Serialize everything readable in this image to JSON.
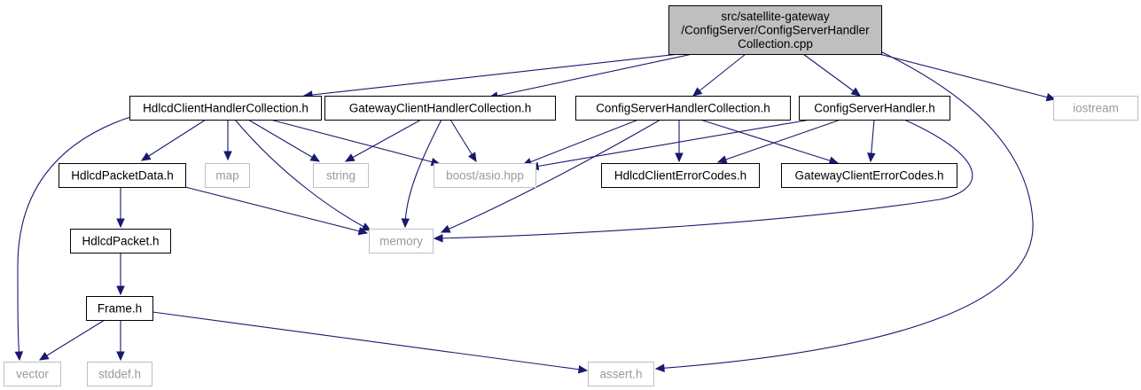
{
  "diagram": {
    "root": {
      "id": "root",
      "lines": [
        "src/satellite-gateway",
        "/ConfigServer/ConfigServerHandler",
        "Collection.cpp"
      ]
    },
    "nodes": [
      {
        "id": "hdlcd_chc",
        "label": "HdlcdClientHandlerCollection.h",
        "kind": "project"
      },
      {
        "id": "gw_chc",
        "label": "GatewayClientHandlerCollection.h",
        "kind": "project"
      },
      {
        "id": "cs_hc",
        "label": "ConfigServerHandlerCollection.h",
        "kind": "project"
      },
      {
        "id": "cs_h",
        "label": "ConfigServerHandler.h",
        "kind": "project"
      },
      {
        "id": "iostream",
        "label": "iostream",
        "kind": "system"
      },
      {
        "id": "hdlcd_pd",
        "label": "HdlcdPacketData.h",
        "kind": "project"
      },
      {
        "id": "map",
        "label": "map",
        "kind": "system"
      },
      {
        "id": "string",
        "label": "string",
        "kind": "system"
      },
      {
        "id": "asio",
        "label": "boost/asio.hpp",
        "kind": "system"
      },
      {
        "id": "hdlcd_ec",
        "label": "HdlcdClientErrorCodes.h",
        "kind": "project"
      },
      {
        "id": "gw_ec",
        "label": "GatewayClientErrorCodes.h",
        "kind": "project"
      },
      {
        "id": "memory",
        "label": "memory",
        "kind": "system"
      },
      {
        "id": "hdlcd_p",
        "label": "HdlcdPacket.h",
        "kind": "project"
      },
      {
        "id": "frame",
        "label": "Frame.h",
        "kind": "project"
      },
      {
        "id": "vector",
        "label": "vector",
        "kind": "system"
      },
      {
        "id": "stddef",
        "label": "stddef.h",
        "kind": "system"
      },
      {
        "id": "assert",
        "label": "assert.h",
        "kind": "system"
      }
    ],
    "edges": [
      {
        "from": "root",
        "to": "hdlcd_chc"
      },
      {
        "from": "root",
        "to": "gw_chc"
      },
      {
        "from": "root",
        "to": "cs_hc"
      },
      {
        "from": "root",
        "to": "cs_h"
      },
      {
        "from": "root",
        "to": "iostream"
      },
      {
        "from": "root",
        "to": "assert"
      },
      {
        "from": "hdlcd_chc",
        "to": "vector"
      },
      {
        "from": "hdlcd_chc",
        "to": "hdlcd_pd"
      },
      {
        "from": "hdlcd_chc",
        "to": "map"
      },
      {
        "from": "hdlcd_chc",
        "to": "string"
      },
      {
        "from": "hdlcd_chc",
        "to": "asio"
      },
      {
        "from": "hdlcd_chc",
        "to": "memory"
      },
      {
        "from": "gw_chc",
        "to": "string"
      },
      {
        "from": "gw_chc",
        "to": "asio"
      },
      {
        "from": "gw_chc",
        "to": "memory"
      },
      {
        "from": "cs_hc",
        "to": "asio"
      },
      {
        "from": "cs_hc",
        "to": "hdlcd_ec"
      },
      {
        "from": "cs_hc",
        "to": "gw_ec"
      },
      {
        "from": "cs_hc",
        "to": "memory"
      },
      {
        "from": "cs_h",
        "to": "asio"
      },
      {
        "from": "cs_h",
        "to": "hdlcd_ec"
      },
      {
        "from": "cs_h",
        "to": "gw_ec"
      },
      {
        "from": "cs_h",
        "to": "memory"
      },
      {
        "from": "hdlcd_pd",
        "to": "hdlcd_p"
      },
      {
        "from": "hdlcd_pd",
        "to": "memory"
      },
      {
        "from": "hdlcd_p",
        "to": "frame"
      },
      {
        "from": "frame",
        "to": "vector"
      },
      {
        "from": "frame",
        "to": "stddef"
      },
      {
        "from": "frame",
        "to": "assert"
      }
    ],
    "colors": {
      "edge": "#191970",
      "root_fill": "#bfbfbf",
      "system_border": "#bfbfbf",
      "system_text": "#9a9a9a",
      "project_border": "#000000"
    }
  }
}
